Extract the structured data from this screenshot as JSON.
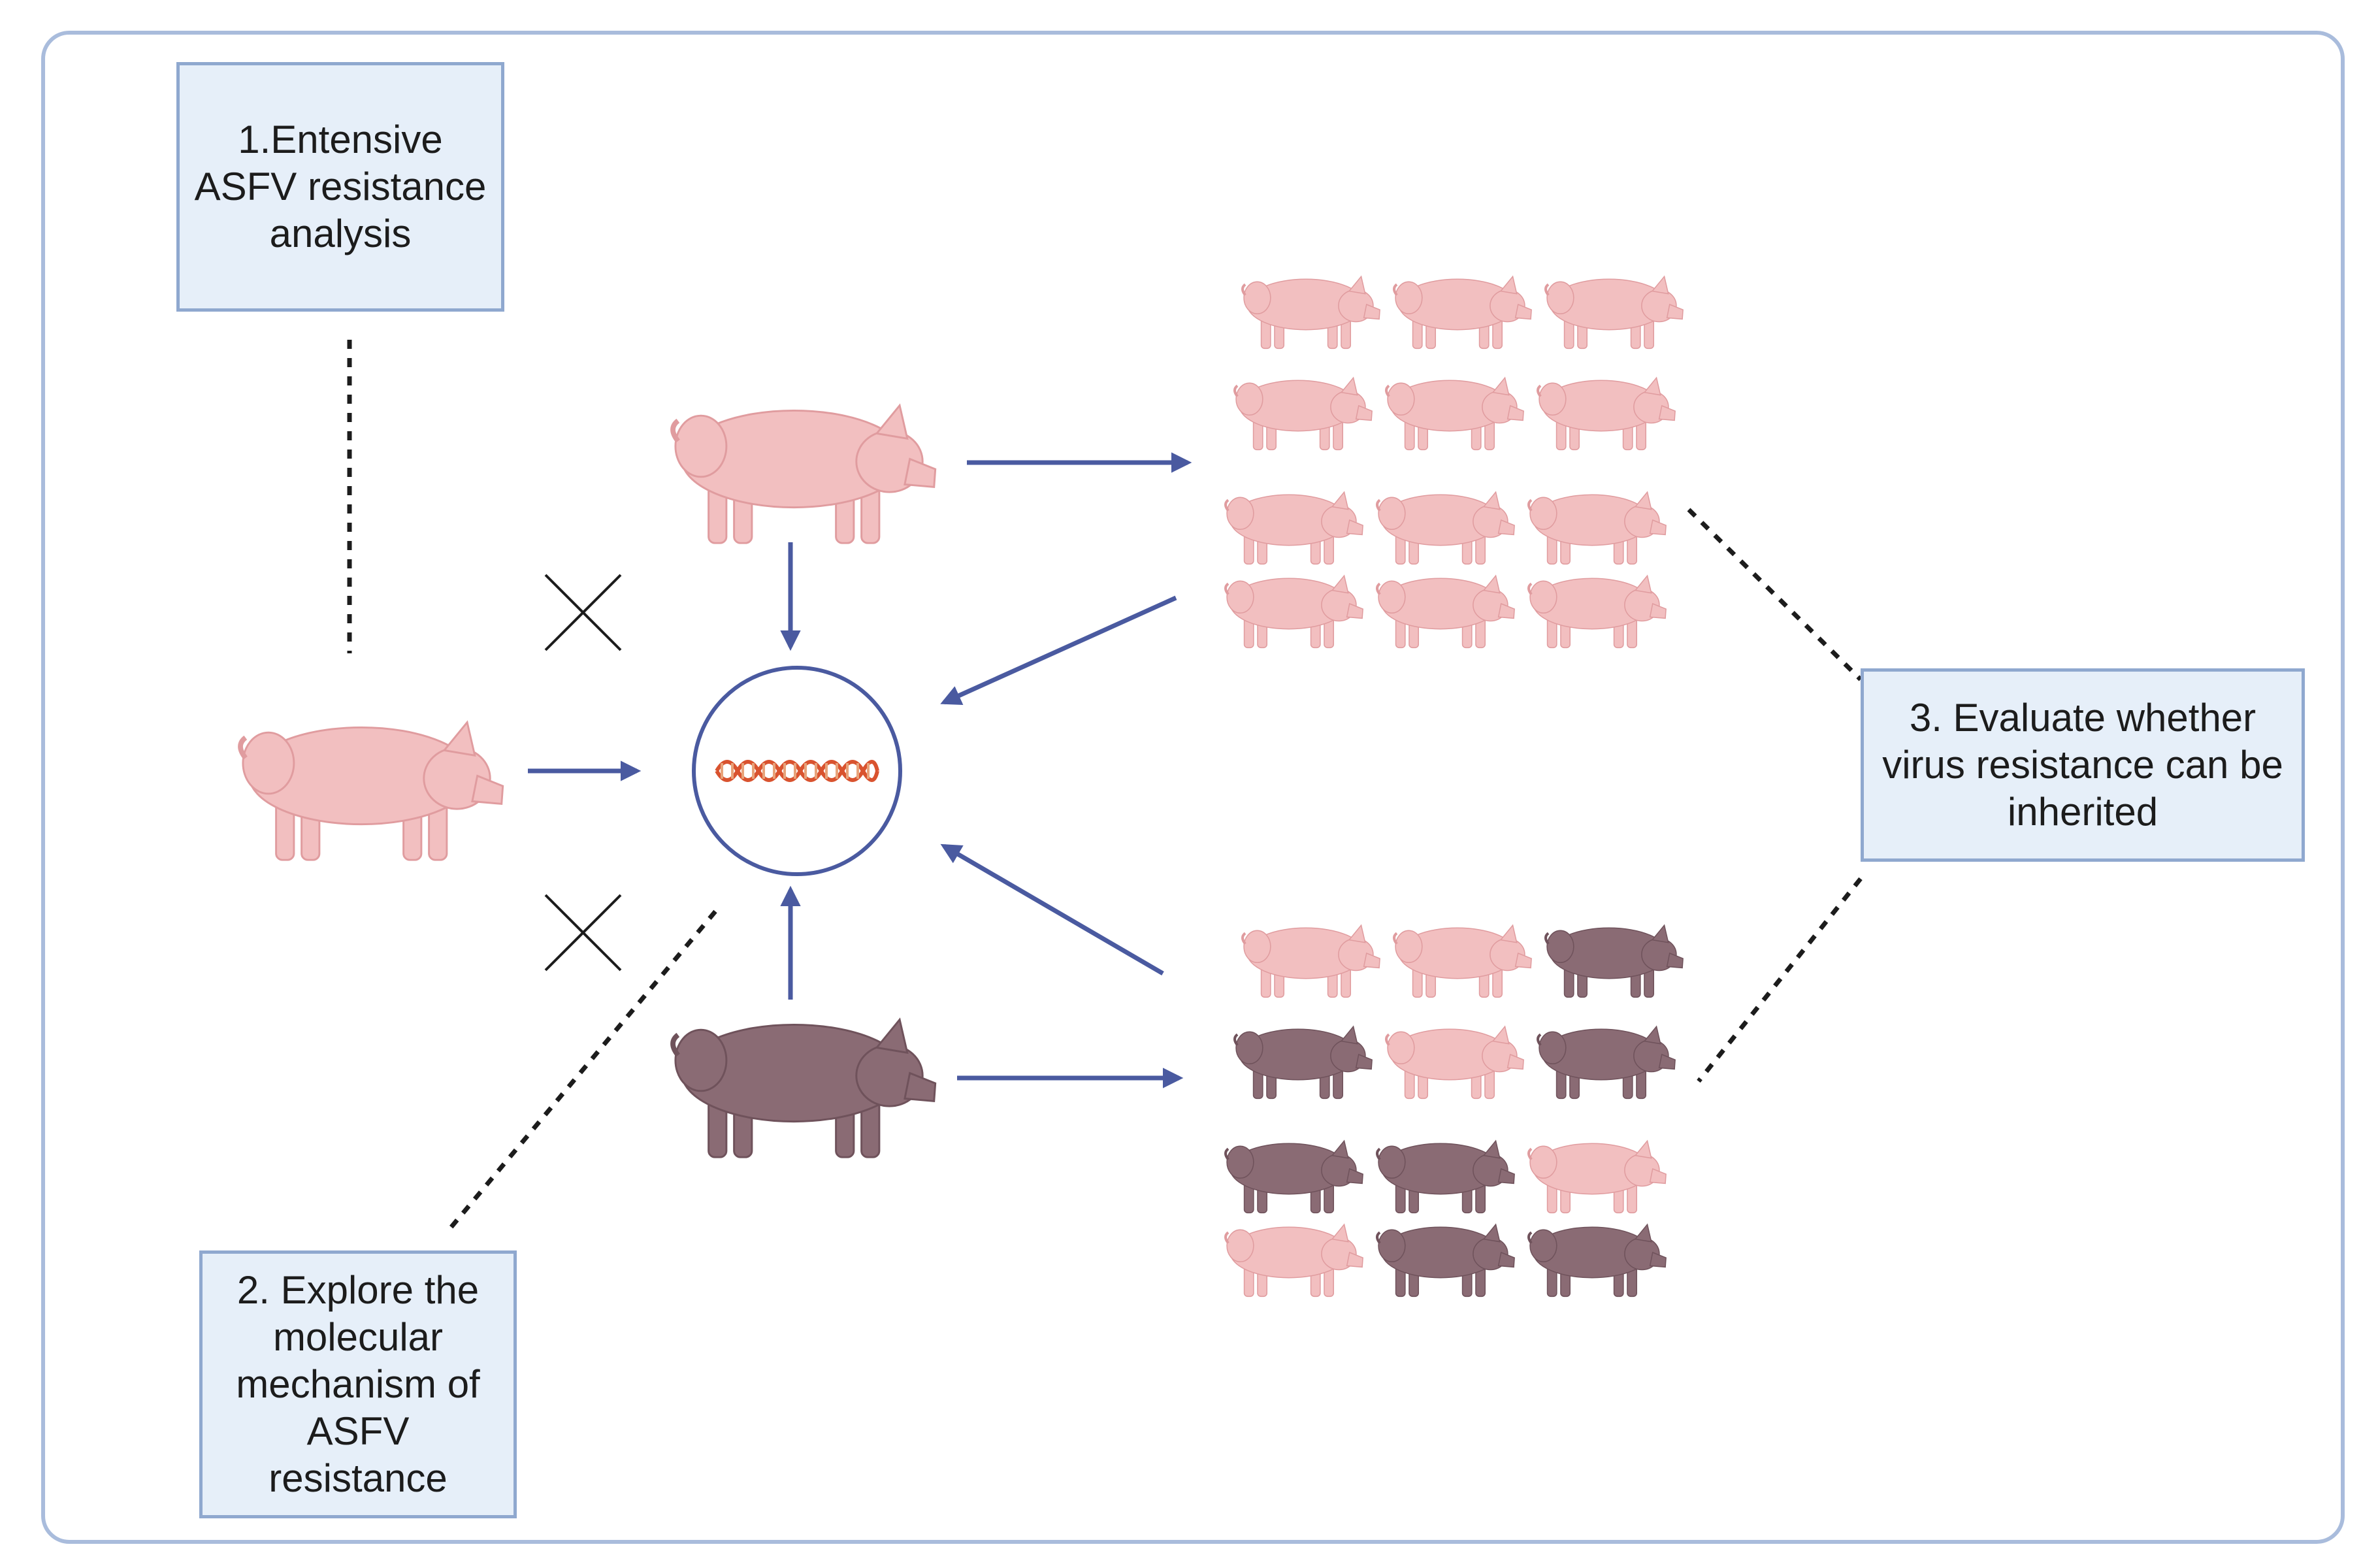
{
  "steps": [
    {
      "id": "box-1",
      "label": "1.Entensive ASFV resistance analysis"
    },
    {
      "id": "box-2",
      "label": "2. Explore the molecular mechanism of ASFV resistance"
    },
    {
      "id": "box-3",
      "label": "3. Evaluate whether virus resistance can be inherited"
    }
  ],
  "colors": {
    "frame": "#a9bcdc",
    "box_fill": "#e6eff9",
    "box_border": "#8fa8cf",
    "arrow": "#4a5aa0",
    "pink_pig": "#f2bfc0",
    "pink_pig_dark": "#e09c9f",
    "dark_pig": "#8a6b74",
    "dark_pig_shade": "#6f525b",
    "dna_strand": "#d9532f",
    "dna_rung": "#e8a37a",
    "circle": "#4a5aa0"
  },
  "icons": [
    "pig-icon",
    "dna-icon",
    "cross-mark-icon",
    "arrow-icon"
  ],
  "offspring": {
    "top_group": [
      "pink",
      "pink",
      "pink",
      "pink",
      "pink",
      "pink",
      "pink",
      "pink",
      "pink",
      "pink",
      "pink",
      "pink"
    ],
    "bottom_group": [
      "pink",
      "pink",
      "dark",
      "dark",
      "pink",
      "dark",
      "dark",
      "dark",
      "pink",
      "pink",
      "dark",
      "dark"
    ]
  }
}
